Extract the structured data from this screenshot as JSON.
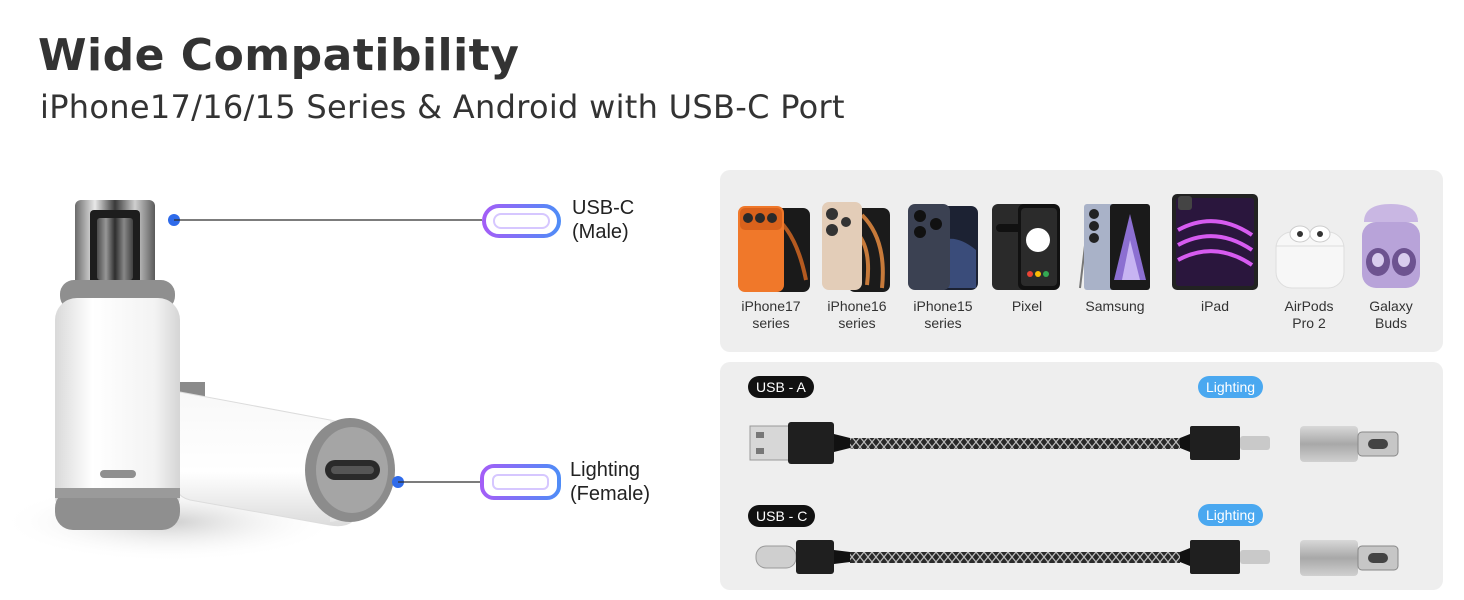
{
  "header": {
    "title": "Wide Compatibility",
    "subtitle": "iPhone17/16/15 Series & Android with USB-C Port"
  },
  "adapter": {
    "callout_male": {
      "line1": "USB-C",
      "line2": "(Male)"
    },
    "callout_female": {
      "line1": "Lighting",
      "line2": "(Female)"
    }
  },
  "devices": [
    {
      "line1": "iPhone17",
      "line2": "series",
      "icon": "iphone17-icon"
    },
    {
      "line1": "iPhone16",
      "line2": "series",
      "icon": "iphone16-icon"
    },
    {
      "line1": "iPhone15",
      "line2": "series",
      "icon": "iphone15-icon"
    },
    {
      "line1": "Pixel",
      "line2": "",
      "icon": "pixel-phone-icon"
    },
    {
      "line1": "Samsung",
      "line2": "",
      "icon": "samsung-phone-icon"
    },
    {
      "line1": "iPad",
      "line2": "",
      "icon": "ipad-icon"
    },
    {
      "line1": "AirPods",
      "line2": "Pro 2",
      "icon": "airpods-icon"
    },
    {
      "line1": "Galaxy",
      "line2": "Buds",
      "icon": "galaxy-buds-icon"
    }
  ],
  "cables": [
    {
      "source_badge": "USB - A",
      "target_badge": "Lighting"
    },
    {
      "source_badge": "USB - C",
      "target_badge": "Lighting"
    }
  ],
  "colors": {
    "accent_blue": "#2f6bea",
    "badge_blue": "#4aa8f0",
    "panel_bg": "#eeeeee",
    "ring_gradient_start": "#9b5cf6",
    "ring_gradient_end": "#4f8cf7",
    "iphone17_orange": "#f0782a"
  }
}
